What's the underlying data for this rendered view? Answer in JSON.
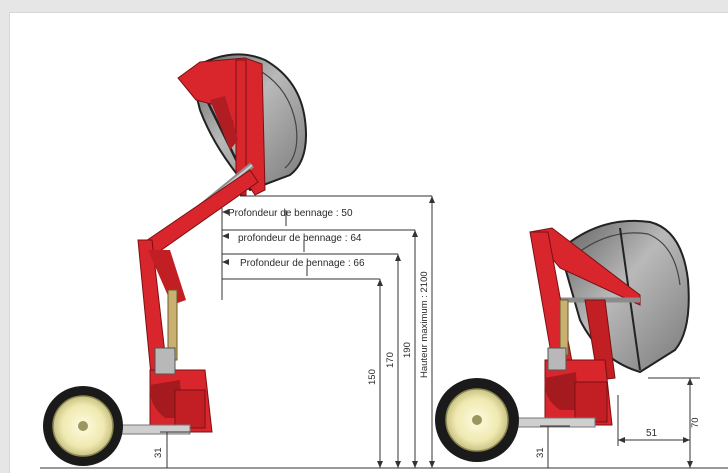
{
  "diagram": {
    "depth_labels": [
      "Profondeur de bennage : 50",
      "profondeur de bennage : 64",
      "Profondeur de bennage : 66"
    ],
    "vertical_dims": [
      "150",
      "170",
      "190",
      "Hauteur maximum : 2100"
    ],
    "left_wheel_height": "31",
    "right_wheel_height": "31",
    "right_horizontal": "51",
    "right_vertical": "70",
    "colors": {
      "frame_red": "#d9262c",
      "frame_dark_red": "#a51a1f",
      "bin_grey": "#9a9a9a",
      "dim_line": "#333333",
      "tyre": "#1a1a1a",
      "rim": "#efe9b0"
    }
  }
}
